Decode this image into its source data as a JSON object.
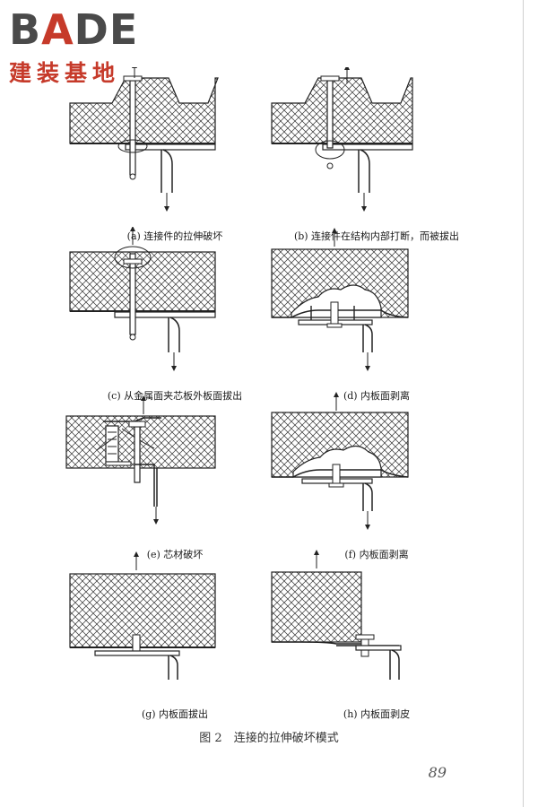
{
  "logo": {
    "word_part1": "B",
    "word_accent": "A",
    "word_part2": "DE",
    "subtitle": "建装基地"
  },
  "panels": [
    {
      "id": "a",
      "caption": "(a) 连接件的拉伸破坏"
    },
    {
      "id": "b",
      "caption": "(b) 连接件在结构内部打断，而被拔出"
    },
    {
      "id": "c",
      "caption": "(c) 从金属面夹芯板外板面拔出"
    },
    {
      "id": "d",
      "caption": "(d) 内板面剥离"
    },
    {
      "id": "e",
      "caption": "(e) 芯材破坏"
    },
    {
      "id": "f",
      "caption": "(f) 内板面剥离"
    },
    {
      "id": "g",
      "caption": "(g) 内板面拔出"
    },
    {
      "id": "h",
      "caption": "(h) 内板面剥皮"
    }
  ],
  "figure_caption": "图 2　连接的拉伸破坏模式",
  "page_number": "89",
  "colors": {
    "line": "#222222",
    "logo_gray": "#4a4a4a",
    "logo_red": "#c63a2a"
  }
}
